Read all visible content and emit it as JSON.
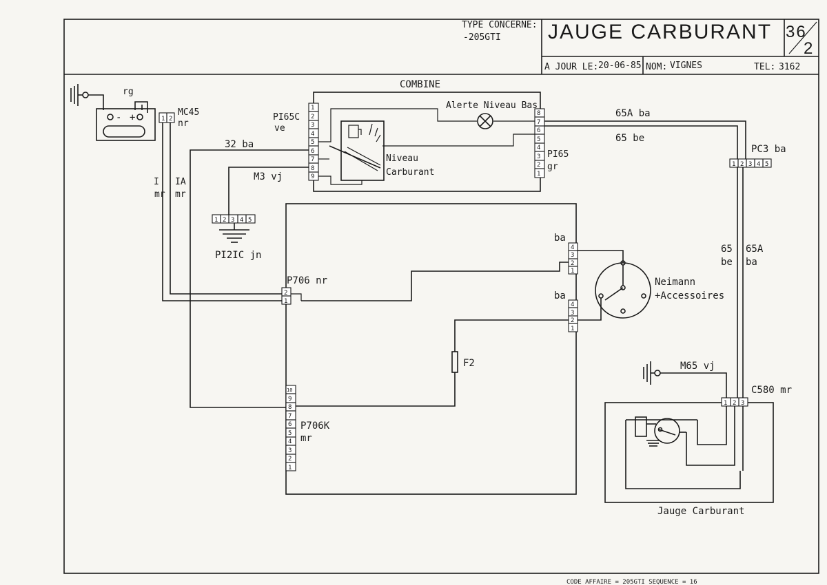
{
  "header": {
    "type_label": "TYPE CONCERNE:",
    "type_value": "-205GTI",
    "title": "JAUGE CARBURANT",
    "page_num": "36",
    "page_sub": "2",
    "update_label": "A JOUR LE:",
    "update_date": "20-06-85",
    "name_label": "NOM:",
    "name_value": "VIGNES",
    "tel_label": "TEL:",
    "tel_value": "3162"
  },
  "footer": {
    "code": "CODE AFFAIRE = 205GTI SEQUENCE = 16"
  },
  "labels": {
    "combine": "COMBINE",
    "alerte": "Alerte Niveau Bas",
    "niveau1": "Niveau",
    "niveau2": "Carburant",
    "rg": "rg",
    "mc45": "MC45",
    "mc45_color": "nr",
    "p165c": "PI65C",
    "p165c_color": "ve",
    "p165": "PI65",
    "p165_color": "gr",
    "w32": "32 ba",
    "m3": "M3 vj",
    "w65a": "65A ba",
    "w65": "65 be",
    "pc3": "PC3 ba",
    "wire_i": "I",
    "wire_i_color": "mr",
    "wire_ia": "IA",
    "wire_ia_color": "mr",
    "p121c": "PI2IC jn",
    "p706": "P706 nr",
    "p706k": "P706K",
    "p706k_color": "mr",
    "f2": "F2",
    "ba1": "ba",
    "ba2": "ba",
    "neimann1": "Neimann",
    "neimann2": "+Accessoires",
    "v65": "65",
    "v65_color": "be",
    "v65a": "65A",
    "v65a_color": "ba",
    "m65": "M65 vj",
    "c580": "C580 mr",
    "jauge": "Jauge Carburant"
  },
  "connectors": {
    "mc45_pins": [
      "1",
      "2"
    ],
    "p165c_pins": [
      "9",
      "8",
      "7",
      "6",
      "5",
      "4",
      "3",
      "2",
      "1"
    ],
    "p165_pins": [
      "1",
      "2",
      "3",
      "4",
      "5",
      "6",
      "7",
      "8"
    ],
    "pc3_pins": [
      "1",
      "2",
      "3",
      "4",
      "5"
    ],
    "p121c_pins": [
      "1",
      "2",
      "3",
      "4",
      "5"
    ],
    "neim_top_pins": [
      "1",
      "2",
      "3",
      "4"
    ],
    "neim_bot_pins": [
      "1",
      "2",
      "3",
      "4"
    ],
    "p706_pins": [
      "1",
      "2"
    ],
    "p706k_pins": [
      "1",
      "2",
      "3",
      "4",
      "5",
      "6",
      "7",
      "8",
      "9",
      "10"
    ],
    "c580_pins": [
      "1",
      "2",
      "3"
    ]
  }
}
